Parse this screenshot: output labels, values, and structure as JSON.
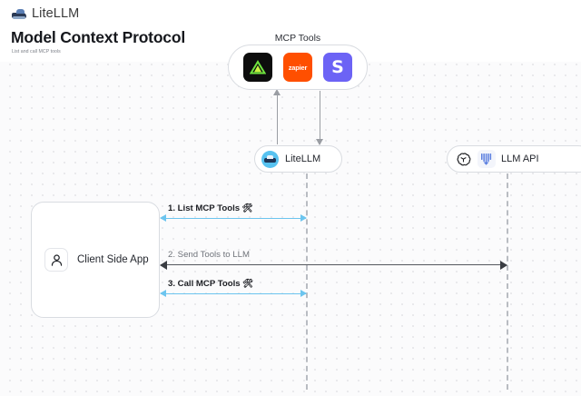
{
  "brand": {
    "name": "LiteLLM",
    "logo_icon": "litellm-truck-icon"
  },
  "header": {
    "title": "Model Context Protocol",
    "subtitle": "List and call MCP tools"
  },
  "diagram": {
    "mcp_group": {
      "label": "MCP Tools",
      "tools": [
        {
          "name": "linear",
          "icon": "linear-triangle-icon",
          "text": "",
          "bg": "#0d0d0d"
        },
        {
          "name": "zapier",
          "icon": "zapier-wordmark-icon",
          "text": "zapier",
          "bg": "#ff4f00"
        },
        {
          "name": "slack",
          "icon": "slack-s-icon",
          "text": "S",
          "bg": "#6c63f5"
        }
      ]
    },
    "nodes": [
      {
        "id": "litellm",
        "label": "LiteLLM",
        "icon": "litellm-avatar-icon"
      },
      {
        "id": "llm_api",
        "label": "LLM API",
        "icons": [
          "openai-logo-icon",
          "anthropic-logo-icon"
        ]
      },
      {
        "id": "client",
        "label": "Client Side App",
        "icon": "user-person-icon"
      }
    ],
    "messages": [
      {
        "id": "msg1",
        "label": "1. List MCP Tools",
        "emoji": "🛠",
        "color": "#6cc5ef",
        "direction": "both",
        "from": "client",
        "to": "litellm"
      },
      {
        "id": "msg2",
        "label": "2. Send Tools to LLM",
        "emoji": "",
        "color": "#55585e",
        "direction": "both",
        "from": "client",
        "to": "llm_api"
      },
      {
        "id": "msg3",
        "label": "3. Call MCP Tools",
        "emoji": "🛠",
        "color": "#6cc5ef",
        "direction": "both",
        "from": "client",
        "to": "litellm"
      }
    ],
    "vertical_arrows": [
      {
        "id": "up",
        "direction": "up",
        "from": "litellm",
        "to": "mcp_group"
      },
      {
        "id": "down",
        "direction": "down",
        "from": "mcp_group",
        "to": "litellm"
      }
    ]
  },
  "colors": {
    "canvas_bg": "#fbfbfc",
    "dot": "#e6e6e9",
    "node_border": "#d9dce1",
    "accent_blue": "#6cc5ef",
    "dark_arrow": "#55585e",
    "lifeline": "#b9bcc2"
  }
}
